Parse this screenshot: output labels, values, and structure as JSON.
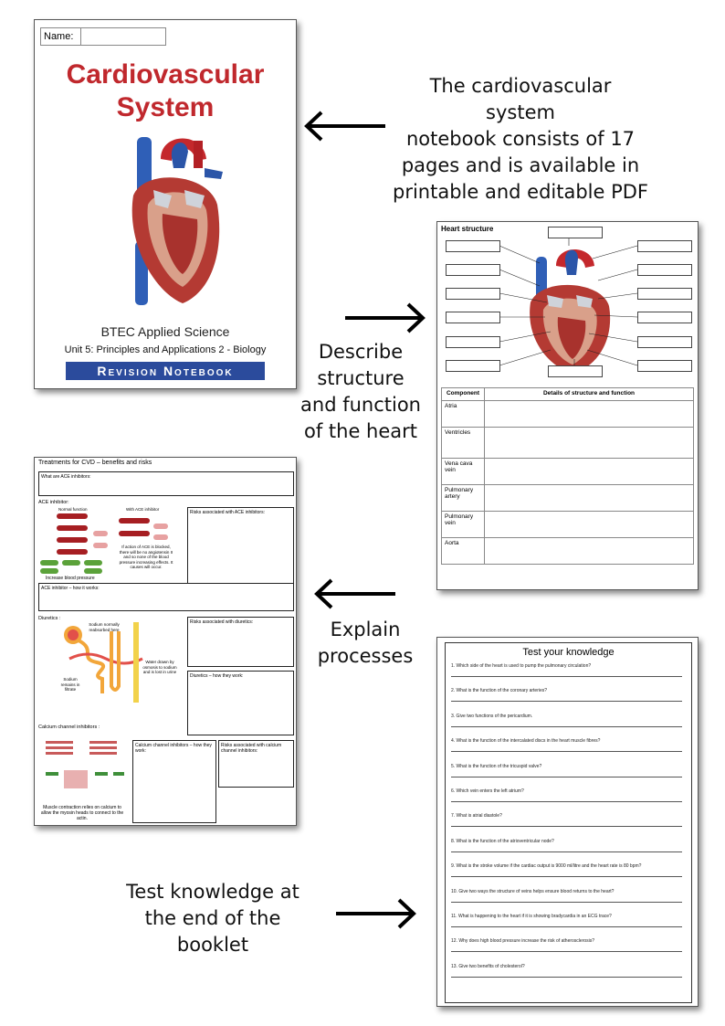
{
  "cover": {
    "name_label": "Name:",
    "title_line1": "Cardiovascular",
    "title_line2": "System",
    "subtitle": "BTEC Applied Science",
    "unit": "Unit 5: Principles and Applications 2 - Biology",
    "banner": "Revision Notebook"
  },
  "captions": {
    "notebook": [
      "The cardiovascular system",
      "notebook consists of 17",
      "pages and is available in",
      "printable and editable PDF"
    ],
    "describe": [
      "Describe",
      "structure",
      "and function",
      "of the heart"
    ],
    "explain": [
      "Explain",
      "processes"
    ],
    "test": [
      "Test knowledge at",
      "the end of the",
      "booklet"
    ]
  },
  "heart_page": {
    "title": "Heart structure",
    "col_component": "Component",
    "col_details": "Details of structure and function",
    "rows": [
      "Atria",
      "Ventricles",
      "Vena cava vein",
      "Pulmonary artery",
      "Pulmonary vein",
      "Aorta"
    ]
  },
  "treat_page": {
    "title": "Treatments for CVD – benefits and risks",
    "what_ace": "What are ACE inhibitors:",
    "ace_inhibitor": "ACE inhibitor:",
    "normal_function": "Normal function",
    "with_ace": "With ACE inhibitor",
    "ace_note": "If action of ACE is blocked, there will be no angiotensin II and so none of the blood pressure increasing effects. It causes will occur.",
    "increase_bp": "Increase blood pressure",
    "risks_ace": "Risks associated with ACE inhibitors:",
    "ace_how": "ACE inhibitor – how it works:",
    "diuretics": "Diuretics :",
    "sodium_reabsorbed": "Sodium normally reabsorbed here",
    "water_drawn": "Water drawn by osmosis to sodium and is lost in urine",
    "sodium_filtrate": "Sodium remains in filtrate",
    "risks_diuretics": "Risks associated with diuretics:",
    "diuretics_how": "Diuretics – how they work:",
    "calcium": "Calcium channel inhibitors :",
    "calcium_how": "Calcium channel inhibitors – how they work:",
    "risks_calcium": "Risks associated with calcium channel inhibitors:",
    "muscle_note": "Muscle contraction relies on calcium to allow the myosin heads to connect to the actin."
  },
  "test_page": {
    "title": "Test your knowledge",
    "questions": [
      "1. Which side of the heart is used to pump the pulmonary circulation?",
      "2. What is the function of the coronary arteries?",
      "3. Give two functions of the pericardium.",
      "4. What is the function of the intercalated discs in the heart muscle fibres?",
      "5. What is the function of the tricuspid valve?",
      "6. Which vein enters the left atrium?",
      "7. What is atrial diastole?",
      "8. What is the function of the atrioventricular node?",
      "9. What is the stroke volume if the cardiac output is 9000 ml/litre and the heart rate is 80 bpm?",
      "10. Give two ways the structure of veins helps ensure blood returns to the heart?",
      "11. What is happening to the heart if it is showing bradycardia in an ECG trace?",
      "12. Why does high blood pressure increase the risk of atherosclerosis?",
      "13. Give two benefits of cholesterol?"
    ]
  },
  "colors": {
    "title_red": "#c0282d",
    "banner_blue": "#2b4b9c"
  }
}
